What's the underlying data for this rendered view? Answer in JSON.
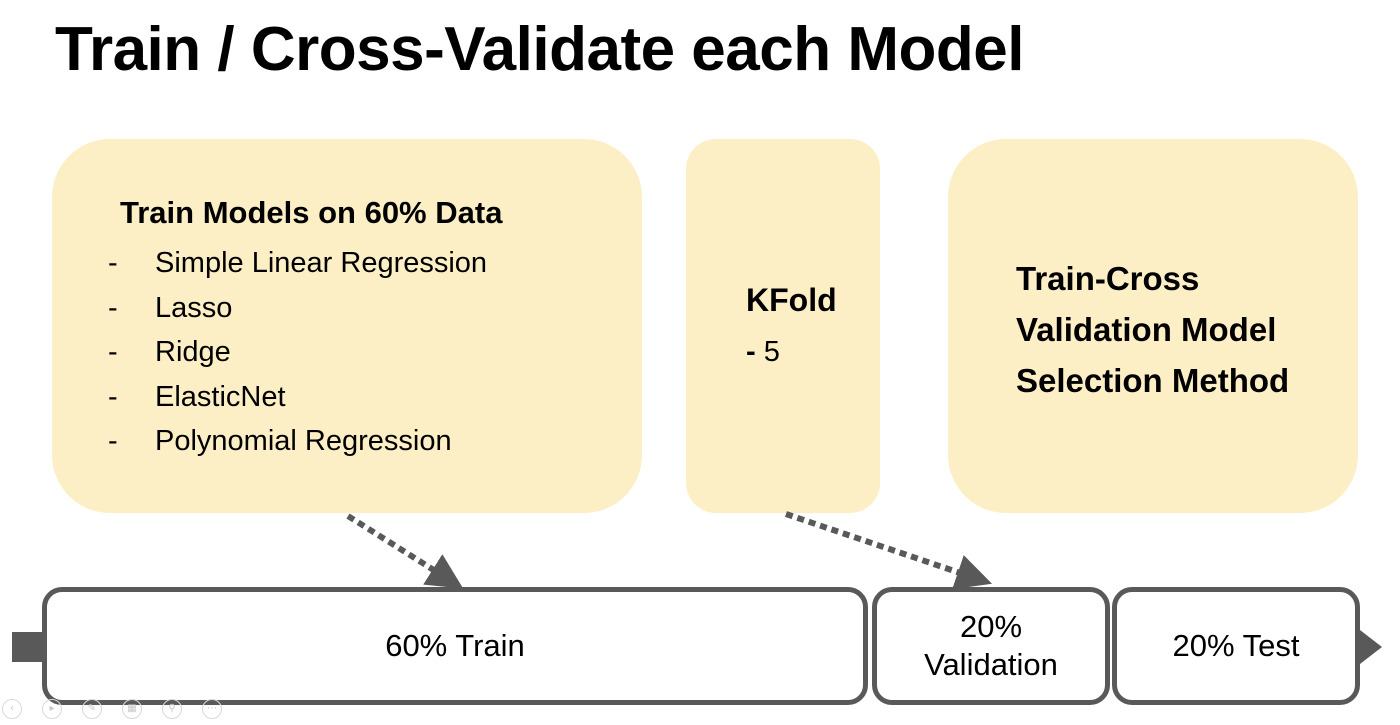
{
  "slide": {
    "title": "Train / Cross-Validate each Model"
  },
  "train_card": {
    "heading": "Train Models on 60% Data",
    "models": [
      "Simple Linear Regression",
      "Lasso",
      "Ridge",
      "ElasticNet",
      "Polynomial Regression"
    ],
    "bullet": "-"
  },
  "kfold_card": {
    "title": "KFold",
    "dash": "-",
    "value": "5"
  },
  "method_card": {
    "lines": [
      "Train-Cross",
      "Validation Model",
      "Selection Method"
    ]
  },
  "split_bar": {
    "train": "60% Train",
    "validation_line1": "20%",
    "validation_line2": "Validation",
    "test": "20% Test"
  },
  "colors": {
    "card_fill": "#fdefc5",
    "bar_border": "#595959",
    "arrow": "#595959"
  },
  "nav_icons": [
    "prev-icon",
    "play-icon",
    "pen-icon",
    "notes-icon",
    "zoom-icon",
    "more-icon"
  ]
}
